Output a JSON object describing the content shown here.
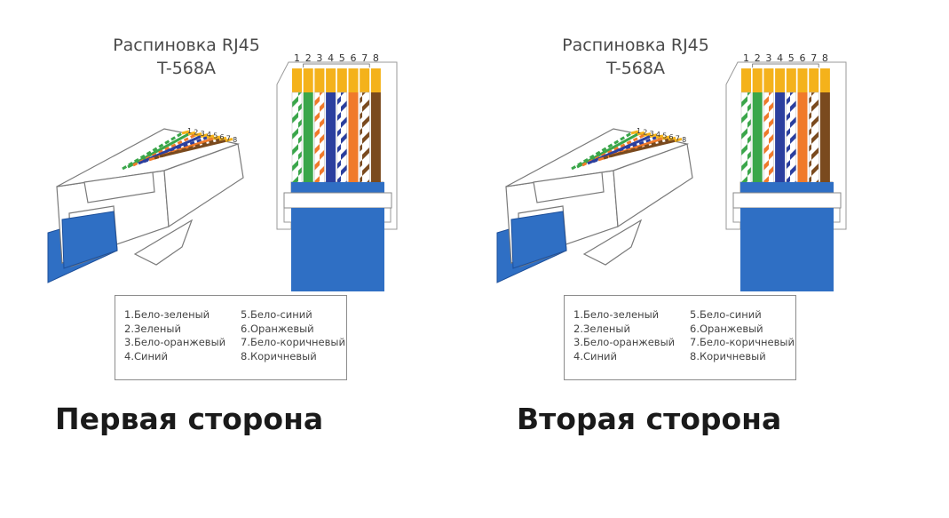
{
  "diagrams": [
    {
      "title_line1": "Распиновка RJ45",
      "title_line2": "T-568A",
      "caption": "Первая сторона"
    },
    {
      "title_line1": "Распиновка RJ45",
      "title_line2": "T-568A",
      "caption": "Вторая сторона"
    }
  ],
  "pin_numbers": [
    "1",
    "2",
    "3",
    "4",
    "5",
    "6",
    "7",
    "8"
  ],
  "legend": {
    "left": [
      "1.Бело-зеленый",
      "2.Зеленый",
      "3.Бело-оранжевый",
      "4.Синий"
    ],
    "right": [
      "5.Бело-синий",
      "6.Оранжевый",
      "7.Бело-коричневый",
      "8.Коричневый"
    ]
  },
  "wire_colors": [
    {
      "pin": 1,
      "base": "#ffffff",
      "stripe": "#3aa64a"
    },
    {
      "pin": 2,
      "base": "#3aa64a",
      "stripe": null
    },
    {
      "pin": 3,
      "base": "#ffffff",
      "stripe": "#f07a2a"
    },
    {
      "pin": 4,
      "base": "#2b3f9e",
      "stripe": null
    },
    {
      "pin": 5,
      "base": "#ffffff",
      "stripe": "#2b3f9e"
    },
    {
      "pin": 6,
      "base": "#f07a2a",
      "stripe": null
    },
    {
      "pin": 7,
      "base": "#ffffff",
      "stripe": "#7a4a1e"
    },
    {
      "pin": 8,
      "base": "#7a4a1e",
      "stripe": null
    }
  ],
  "colors": {
    "contact_gold": "#f4b21b",
    "cable_blue": "#2f6fc4",
    "cable_outline": "#1d4f9a",
    "plug_outline": "#7a7a7a"
  }
}
